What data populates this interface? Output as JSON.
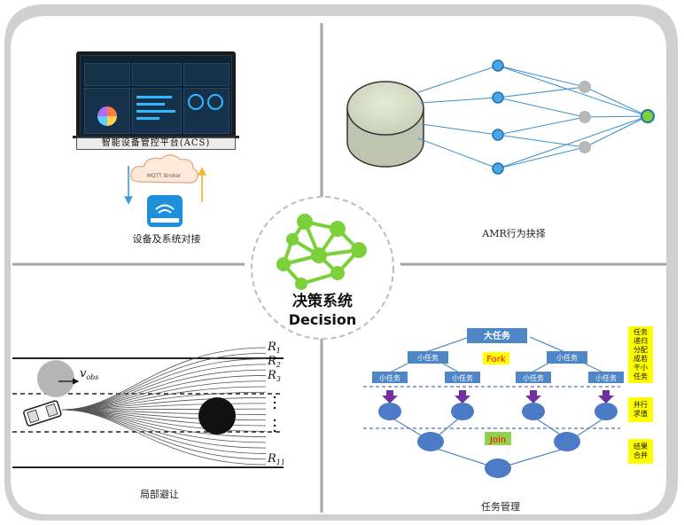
{
  "center": {
    "title_cn": "决策系统",
    "title_en": "Decision"
  },
  "panels": {
    "acs": {
      "caption": "设备及系统对接",
      "platform_label": "智能设备管控平台(ACS)",
      "broker_label": "MQTT Broker"
    },
    "amr": {
      "caption": "AMR行为抉择"
    },
    "avoidance": {
      "caption": "局部避让",
      "velocity_label": "v",
      "velocity_sub": "obs",
      "path_labels": [
        {
          "main": "R",
          "sub": "1"
        },
        {
          "main": "R",
          "sub": "2"
        },
        {
          "main": "R",
          "sub": "3"
        },
        {
          "main": "R",
          "sub": "11"
        }
      ]
    },
    "tasks": {
      "caption": "任务管理",
      "big_task": "大任务",
      "mid_tasks": [
        "小任务",
        "小任务"
      ],
      "small_tasks": [
        "小任务",
        "小任务",
        "小任务",
        "小任务"
      ],
      "fork_label": "Fork",
      "join_label": "Join",
      "side_notes": [
        [
          "任务",
          "递归",
          "分配",
          "成若",
          "干小",
          "任务"
        ],
        [
          "并行",
          "求值"
        ],
        [
          "结果",
          "合并"
        ]
      ]
    }
  },
  "colors": {
    "frame": "#c8c8c8",
    "divider": "#a6a6a6",
    "node_blue": "#4a7bc4",
    "task_box": "#4f86c6",
    "network_green": "#7cd13a",
    "arrow_purple": "#7030a0",
    "note_yellow": "#ffff00",
    "fork_red": "#ff0000",
    "join_bg": "#92d050"
  }
}
